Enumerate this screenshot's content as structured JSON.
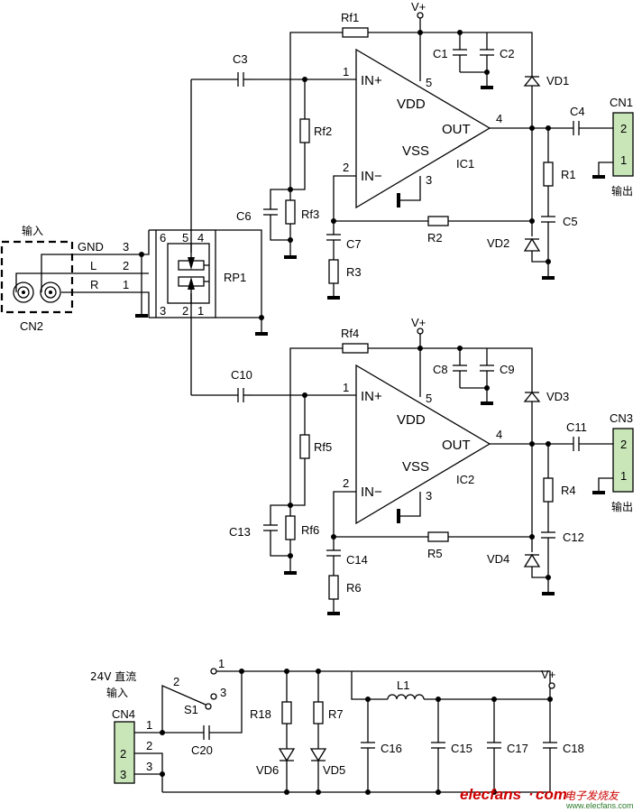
{
  "labels": {
    "input_group": "输入",
    "gnd": "GND",
    "gnd_pin": "3",
    "l": "L",
    "l_pin": "2",
    "r": "R",
    "r_pin": "1",
    "cn2": "CN2",
    "rp1": "RP1",
    "rp1_p6": "6",
    "rp1_p5": "5",
    "rp1_p4": "4",
    "rp1_p3": "3",
    "rp1_p2": "2",
    "rp1_p1": "1",
    "vplus": "V+",
    "ch1": {
      "rf1": "Rf1",
      "c3": "C3",
      "c1": "C1",
      "c2": "C2",
      "vd1": "VD1",
      "cn1": "CN1",
      "c4": "C4",
      "rf2": "Rf2",
      "rf3": "Rf3",
      "c6": "C6",
      "c7": "C7",
      "r3": "R3",
      "r2": "R2",
      "vd2": "VD2",
      "c5": "C5",
      "r1": "R1",
      "out_label": "输出",
      "ic": "IC1",
      "in_plus": "IN+",
      "in_minus": "IN−",
      "vdd": "VDD",
      "vss": "VSS",
      "out": "OUT",
      "p1": "1",
      "p2": "2",
      "p3": "3",
      "p4": "4",
      "p5": "5",
      "cn_p1": "1",
      "cn_p2": "2"
    },
    "ch2": {
      "rf1": "Rf4",
      "c3": "C10",
      "c1": "C8",
      "c2": "C9",
      "vd1": "VD3",
      "cn1": "CN3",
      "c4": "C11",
      "rf2": "Rf5",
      "rf3": "Rf6",
      "c6": "C13",
      "c7": "C14",
      "r3": "R6",
      "r2": "R5",
      "vd2": "VD4",
      "c5": "C12",
      "r1": "R4",
      "out_label": "输出",
      "ic": "IC2",
      "in_plus": "IN+",
      "in_minus": "IN−",
      "vdd": "VDD",
      "vss": "VSS",
      "out": "OUT",
      "p1": "1",
      "p2": "2",
      "p3": "3",
      "p4": "4",
      "p5": "5",
      "cn_p1": "1",
      "cn_p2": "2"
    },
    "power": {
      "title1": "24V 直流",
      "title2": "输入",
      "cn4": "CN4",
      "cn4_p1": "1",
      "cn4_p2": "2",
      "cn4_p3": "3",
      "s1": "S1",
      "s1_p1": "1",
      "s1_p2": "2",
      "s1_p3": "3",
      "node1": "1",
      "c20": "C20",
      "r18": "R18",
      "r7": "R7",
      "vd6": "VD6",
      "vd5": "VD5",
      "l1": "L1",
      "c16": "C16",
      "c15": "C15",
      "c17": "C17",
      "c18": "C18",
      "vplus": "V+"
    },
    "watermark": {
      "brand": "elecfans",
      "dot": "·",
      "domain": "com",
      "cn": "电子发烧友",
      "sub": "www.elecfans.com"
    }
  }
}
